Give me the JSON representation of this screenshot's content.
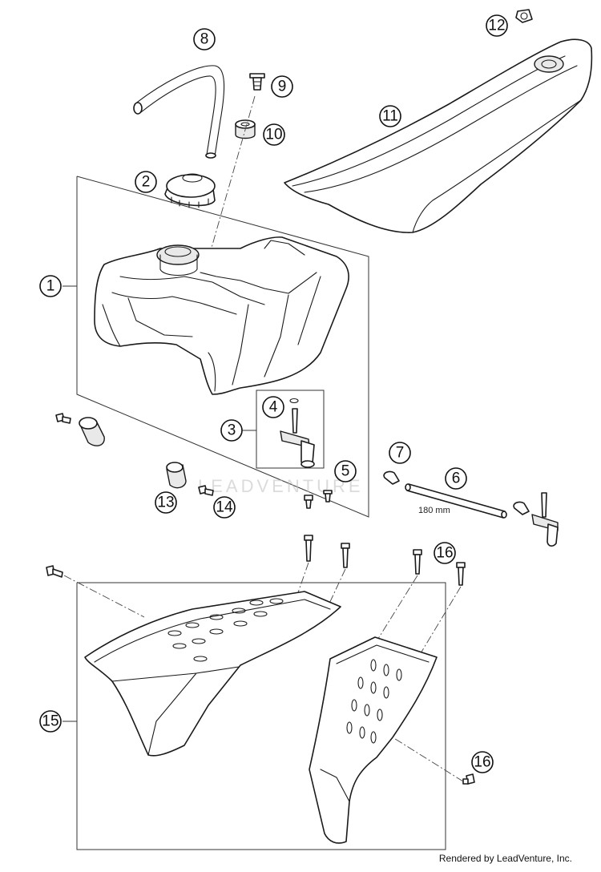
{
  "callouts": [
    {
      "id": "1",
      "label": "1"
    },
    {
      "id": "2",
      "label": "2"
    },
    {
      "id": "3",
      "label": "3"
    },
    {
      "id": "4",
      "label": "4"
    },
    {
      "id": "5",
      "label": "5"
    },
    {
      "id": "6",
      "label": "6"
    },
    {
      "id": "7",
      "label": "7"
    },
    {
      "id": "8",
      "label": "8"
    },
    {
      "id": "9",
      "label": "9"
    },
    {
      "id": "10",
      "label": "10"
    },
    {
      "id": "11",
      "label": "11"
    },
    {
      "id": "12",
      "label": "12"
    },
    {
      "id": "13",
      "label": "13"
    },
    {
      "id": "14",
      "label": "14"
    },
    {
      "id": "15",
      "label": "15"
    },
    {
      "id": "16a",
      "label": "16"
    },
    {
      "id": "16b",
      "label": "16"
    }
  ],
  "dimension_label": "180 mm",
  "watermark": "LEADVENTURE",
  "credit": "Rendered by LeadVenture, Inc."
}
